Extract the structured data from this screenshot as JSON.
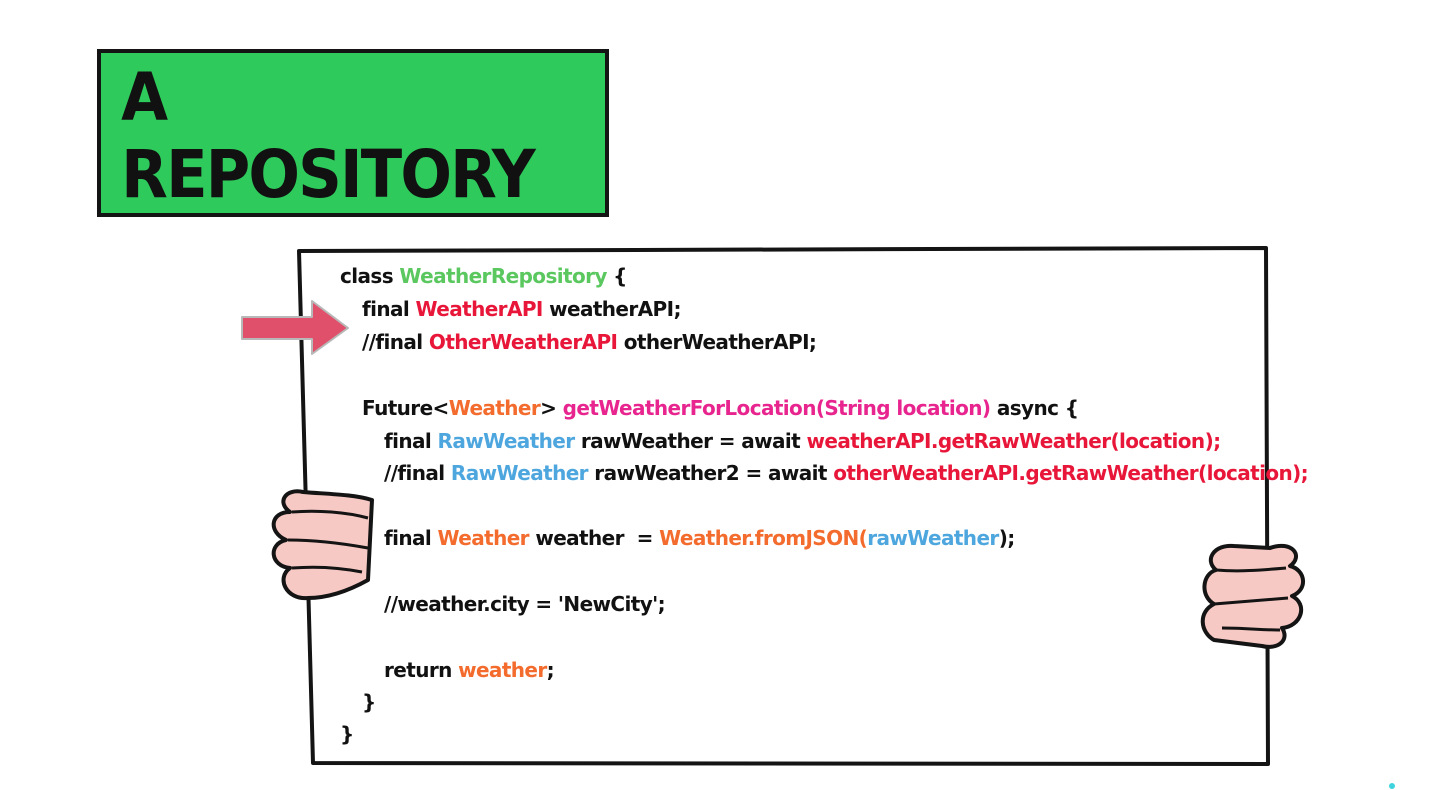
{
  "title": "A REPOSITORY",
  "colors": {
    "title_bg": "#2ecb5c",
    "keyword_text": "#111111",
    "class_name": "#5ac85f",
    "api_type": "#e8173a",
    "weather_type": "#f36b2d",
    "method": "#e8248f",
    "raw_type": "#4ea6de",
    "arrow": "#e0506a",
    "hands": "#f7c9c4"
  },
  "code": {
    "l1": {
      "a": "class ",
      "b": "WeatherRepository",
      "c": " {"
    },
    "l2": {
      "a": "final ",
      "b": "WeatherAPI",
      "c": " weatherAPI;"
    },
    "l3": {
      "a": "//final ",
      "b": "OtherWeatherAPI",
      "c": " otherWeatherAPI;"
    },
    "l4": {
      "a": "Future<",
      "b": "Weather",
      "c": "> ",
      "d": "getWeatherForLocation(String location)",
      "e": " async {"
    },
    "l5": {
      "a": "final ",
      "b": "RawWeather",
      "c": " rawWeather = await ",
      "d": "weatherAPI.getRawWeather(location);"
    },
    "l6": {
      "a": "//final ",
      "b": "RawWeather",
      "c": " rawWeather2 = await ",
      "d": "otherWeatherAPI.getRawWeather(location);"
    },
    "l7": {
      "a": "final ",
      "b": "Weather",
      "c": " weather  = ",
      "d": "Weather.fromJSON(",
      "e": "rawWeather",
      "f": ");"
    },
    "l8": {
      "a": "//weather.city = 'NewCity';"
    },
    "l9": {
      "a": "return ",
      "b": "weather",
      "c": ";"
    },
    "l10": {
      "a": "}"
    },
    "l11": {
      "a": "}"
    }
  },
  "icons": {
    "pointer": "arrow-right-icon",
    "left_hand": "hand-icon",
    "right_hand": "hand-icon"
  }
}
